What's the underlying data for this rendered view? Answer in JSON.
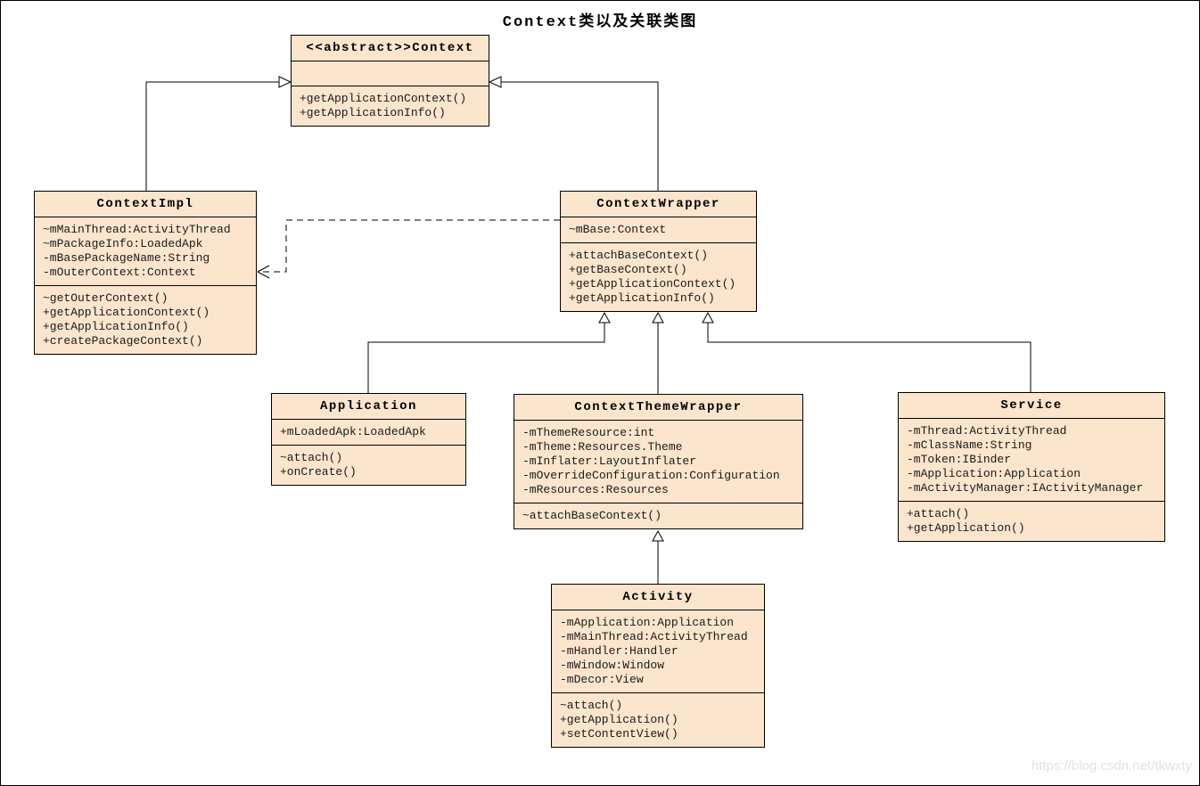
{
  "diagram": {
    "title": "Context类以及关联类图",
    "watermark": "https://blog.csdn.net/tkwxty",
    "colors": {
      "box_fill": "#fce5cd",
      "box_border": "#000000",
      "background": "#ffffff",
      "text": "#1a1a1a",
      "watermark_text": "#e2e2e2"
    }
  },
  "classes": [
    {
      "name": "<<abstract>>Context",
      "attributes": [],
      "methods": [
        "+getApplicationContext()",
        "+getApplicationInfo()"
      ]
    },
    {
      "name": "ContextImpl",
      "attributes": [
        "~mMainThread:ActivityThread",
        "~mPackageInfo:LoadedApk",
        "-mBasePackageName:String",
        "-mOuterContext:Context"
      ],
      "methods": [
        "~getOuterContext()",
        "+getApplicationContext()",
        "+getApplicationInfo()",
        "+createPackageContext()"
      ]
    },
    {
      "name": "ContextWrapper",
      "attributes": [
        "~mBase:Context"
      ],
      "methods": [
        "+attachBaseContext()",
        "+getBaseContext()",
        "+getApplicationContext()",
        "+getApplicationInfo()"
      ]
    },
    {
      "name": "Application",
      "attributes": [
        "+mLoadedApk:LoadedApk"
      ],
      "methods": [
        "~attach()",
        "+onCreate()"
      ]
    },
    {
      "name": "ContextThemeWrapper",
      "attributes": [
        "-mThemeResource:int",
        "-mTheme:Resources.Theme",
        "-mInflater:LayoutInflater",
        "-mOverrideConfiguration:Configuration",
        "-mResources:Resources"
      ],
      "methods": [
        "~attachBaseContext()"
      ]
    },
    {
      "name": "Service",
      "attributes": [
        "-mThread:ActivityThread",
        "-mClassName:String",
        "-mToken:IBinder",
        "-mApplication:Application",
        "-mActivityManager:IActivityManager"
      ],
      "methods": [
        "+attach()",
        "+getApplication()"
      ]
    },
    {
      "name": "Activity",
      "attributes": [
        "-mApplication:Application",
        "-mMainThread:ActivityThread",
        "-mHandler:Handler",
        "-mWindow:Window",
        "-mDecor:View"
      ],
      "methods": [
        "~attach()",
        "+getApplication()",
        "+setContentView()"
      ]
    }
  ],
  "relationships": [
    {
      "from": "ContextImpl",
      "to": "Context",
      "type": "generalization"
    },
    {
      "from": "ContextWrapper",
      "to": "Context",
      "type": "generalization"
    },
    {
      "from": "ContextWrapper",
      "to": "ContextImpl",
      "type": "dependency"
    },
    {
      "from": "Application",
      "to": "ContextWrapper",
      "type": "generalization"
    },
    {
      "from": "ContextThemeWrapper",
      "to": "ContextWrapper",
      "type": "generalization"
    },
    {
      "from": "Service",
      "to": "ContextWrapper",
      "type": "generalization"
    },
    {
      "from": "Activity",
      "to": "ContextThemeWrapper",
      "type": "generalization"
    }
  ]
}
